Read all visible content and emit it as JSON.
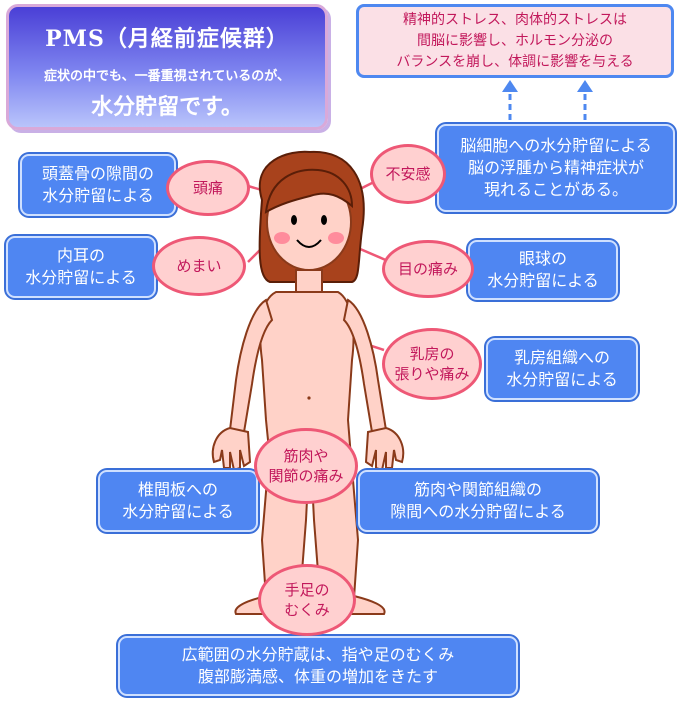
{
  "title": {
    "line1": "PMS（月経前症候群）",
    "line2": "症状の中でも、一番重視されているのが、",
    "line3": "水分貯留です。"
  },
  "top_note": {
    "lines": [
      "精神的ストレス、肉体的ストレスは",
      "間脳に影響し、ホルモン分泌の",
      "バランスを崩し、体調に影響を与える"
    ]
  },
  "symptoms": {
    "headache": {
      "lines": [
        "頭痛"
      ]
    },
    "anxiety": {
      "lines": [
        "不安感"
      ]
    },
    "dizziness": {
      "lines": [
        "めまい"
      ]
    },
    "eye_pain": {
      "lines": [
        "目の痛み"
      ]
    },
    "breast": {
      "lines": [
        "乳房の",
        "張りや痛み"
      ]
    },
    "muscle": {
      "lines": [
        "筋肉や",
        "関節の痛み"
      ]
    },
    "swelling": {
      "lines": [
        "手足の",
        "むくみ"
      ]
    }
  },
  "causes": {
    "skull": {
      "lines": [
        "頭蓋骨の隙間の",
        "水分貯留による"
      ]
    },
    "brain": {
      "lines": [
        "脳細胞への水分貯留による",
        "脳の浮腫から精神症状が",
        "現れることがある。"
      ]
    },
    "inner_ear": {
      "lines": [
        "内耳の",
        "水分貯留による"
      ]
    },
    "eyeball": {
      "lines": [
        "眼球の",
        "水分貯留による"
      ]
    },
    "breast_tissue": {
      "lines": [
        "乳房組織への",
        "水分貯留による"
      ]
    },
    "disc": {
      "lines": [
        "椎間板への",
        "水分貯留による"
      ]
    },
    "joint": {
      "lines": [
        "筋肉や関節組織の",
        "隙間への水分貯留による"
      ]
    },
    "wide": {
      "lines": [
        "広範囲の水分貯蔵は、指や足のむくみ",
        "腹部膨満感、体重の増加をきたす"
      ]
    }
  },
  "colors": {
    "box_blue": "#4f86f2",
    "symptom_pink": "#ffd0d0",
    "symptom_border": "#ee5876",
    "symptom_text": "#c2185b",
    "skin": "#ffd2c8",
    "hair": "#a8421c"
  }
}
